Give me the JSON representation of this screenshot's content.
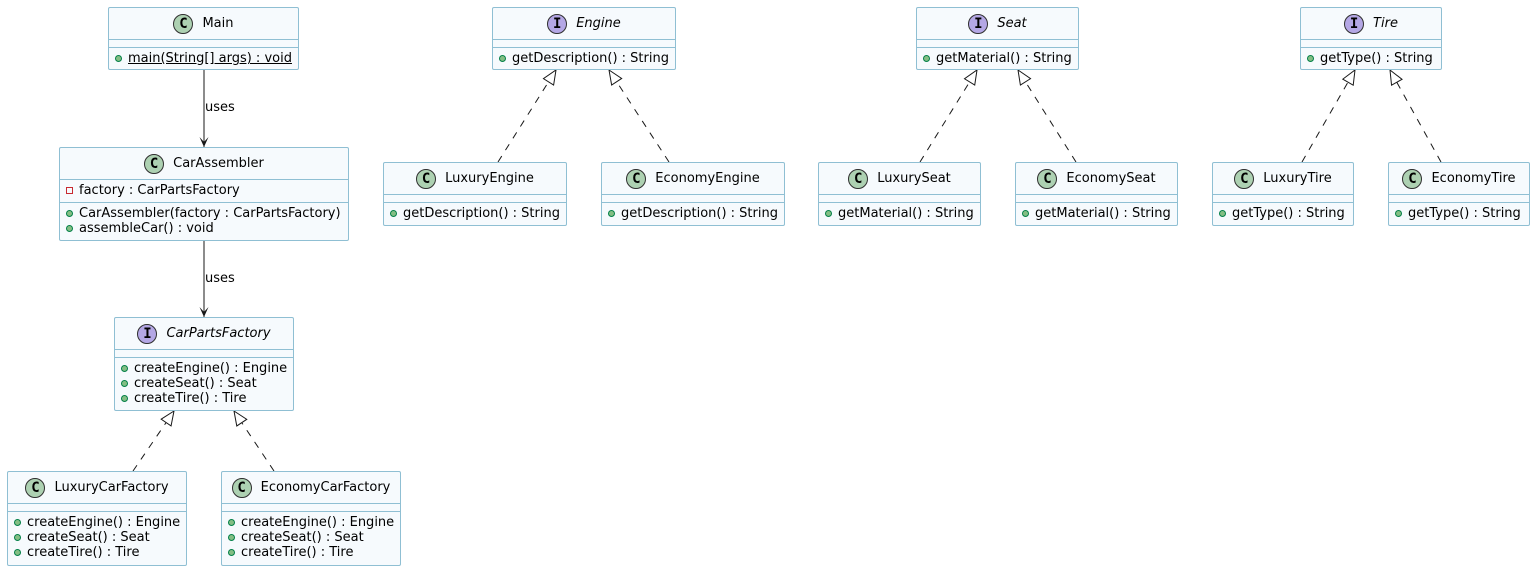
{
  "classes": {
    "main": {
      "kind": "class",
      "name": "Main",
      "fields": [],
      "methods": [
        {
          "vis": "public",
          "text": "main(String[] args) : void",
          "static": true
        }
      ]
    },
    "engine": {
      "kind": "interface",
      "name": "Engine",
      "fields": [],
      "methods": [
        {
          "vis": "public",
          "text": "getDescription() : String"
        }
      ]
    },
    "seat": {
      "kind": "interface",
      "name": "Seat",
      "fields": [],
      "methods": [
        {
          "vis": "public",
          "text": "getMaterial() : String"
        }
      ]
    },
    "tire": {
      "kind": "interface",
      "name": "Tire",
      "fields": [],
      "methods": [
        {
          "vis": "public",
          "text": "getType() : String"
        }
      ]
    },
    "carAssembler": {
      "kind": "class",
      "name": "CarAssembler",
      "fields": [
        {
          "vis": "private",
          "text": "factory : CarPartsFactory"
        }
      ],
      "methods": [
        {
          "vis": "public",
          "text": "CarAssembler(factory : CarPartsFactory)"
        },
        {
          "vis": "public",
          "text": "assembleCar() : void"
        }
      ]
    },
    "luxuryEngine": {
      "kind": "class",
      "name": "LuxuryEngine",
      "fields": [],
      "methods": [
        {
          "vis": "public",
          "text": "getDescription() : String"
        }
      ]
    },
    "economyEngine": {
      "kind": "class",
      "name": "EconomyEngine",
      "fields": [],
      "methods": [
        {
          "vis": "public",
          "text": "getDescription() : String"
        }
      ]
    },
    "luxurySeat": {
      "kind": "class",
      "name": "LuxurySeat",
      "fields": [],
      "methods": [
        {
          "vis": "public",
          "text": "getMaterial() : String"
        }
      ]
    },
    "economySeat": {
      "kind": "class",
      "name": "EconomySeat",
      "fields": [],
      "methods": [
        {
          "vis": "public",
          "text": "getMaterial() : String"
        }
      ]
    },
    "luxuryTire": {
      "kind": "class",
      "name": "LuxuryTire",
      "fields": [],
      "methods": [
        {
          "vis": "public",
          "text": "getType() : String"
        }
      ]
    },
    "economyTire": {
      "kind": "class",
      "name": "EconomyTire",
      "fields": [],
      "methods": [
        {
          "vis": "public",
          "text": "getType() : String"
        }
      ]
    },
    "carPartsFactory": {
      "kind": "interface",
      "name": "CarPartsFactory",
      "fields": [],
      "methods": [
        {
          "vis": "public",
          "text": "createEngine() : Engine"
        },
        {
          "vis": "public",
          "text": "createSeat() : Seat"
        },
        {
          "vis": "public",
          "text": "createTire() : Tire"
        }
      ]
    },
    "luxuryCarFactory": {
      "kind": "class",
      "name": "LuxuryCarFactory",
      "fields": [],
      "methods": [
        {
          "vis": "public",
          "text": "createEngine() : Engine"
        },
        {
          "vis": "public",
          "text": "createSeat() : Seat"
        },
        {
          "vis": "public",
          "text": "createTire() : Tire"
        }
      ]
    },
    "economyCarFactory": {
      "kind": "class",
      "name": "EconomyCarFactory",
      "fields": [],
      "methods": [
        {
          "vis": "public",
          "text": "createEngine() : Engine"
        },
        {
          "vis": "public",
          "text": "createSeat() : Seat"
        },
        {
          "vis": "public",
          "text": "createTire() : Tire"
        }
      ]
    }
  },
  "relations": [
    {
      "from": "main",
      "to": "carAssembler",
      "type": "dependency",
      "label": "uses"
    },
    {
      "from": "carAssembler",
      "to": "carPartsFactory",
      "type": "dependency",
      "label": "uses"
    },
    {
      "from": "luxuryEngine",
      "to": "engine",
      "type": "realization"
    },
    {
      "from": "economyEngine",
      "to": "engine",
      "type": "realization"
    },
    {
      "from": "luxurySeat",
      "to": "seat",
      "type": "realization"
    },
    {
      "from": "economySeat",
      "to": "seat",
      "type": "realization"
    },
    {
      "from": "luxuryTire",
      "to": "tire",
      "type": "realization"
    },
    {
      "from": "economyTire",
      "to": "tire",
      "type": "realization"
    },
    {
      "from": "luxuryCarFactory",
      "to": "carPartsFactory",
      "type": "realization"
    },
    {
      "from": "economyCarFactory",
      "to": "carPartsFactory",
      "type": "realization"
    }
  ],
  "colors": {
    "border": "#8fbfd3",
    "fill": "#f6fafd",
    "class_badge": "#add1b2",
    "interface_badge": "#b4a7e5",
    "public_dot": "#84be84",
    "private_square": "#c82930"
  }
}
